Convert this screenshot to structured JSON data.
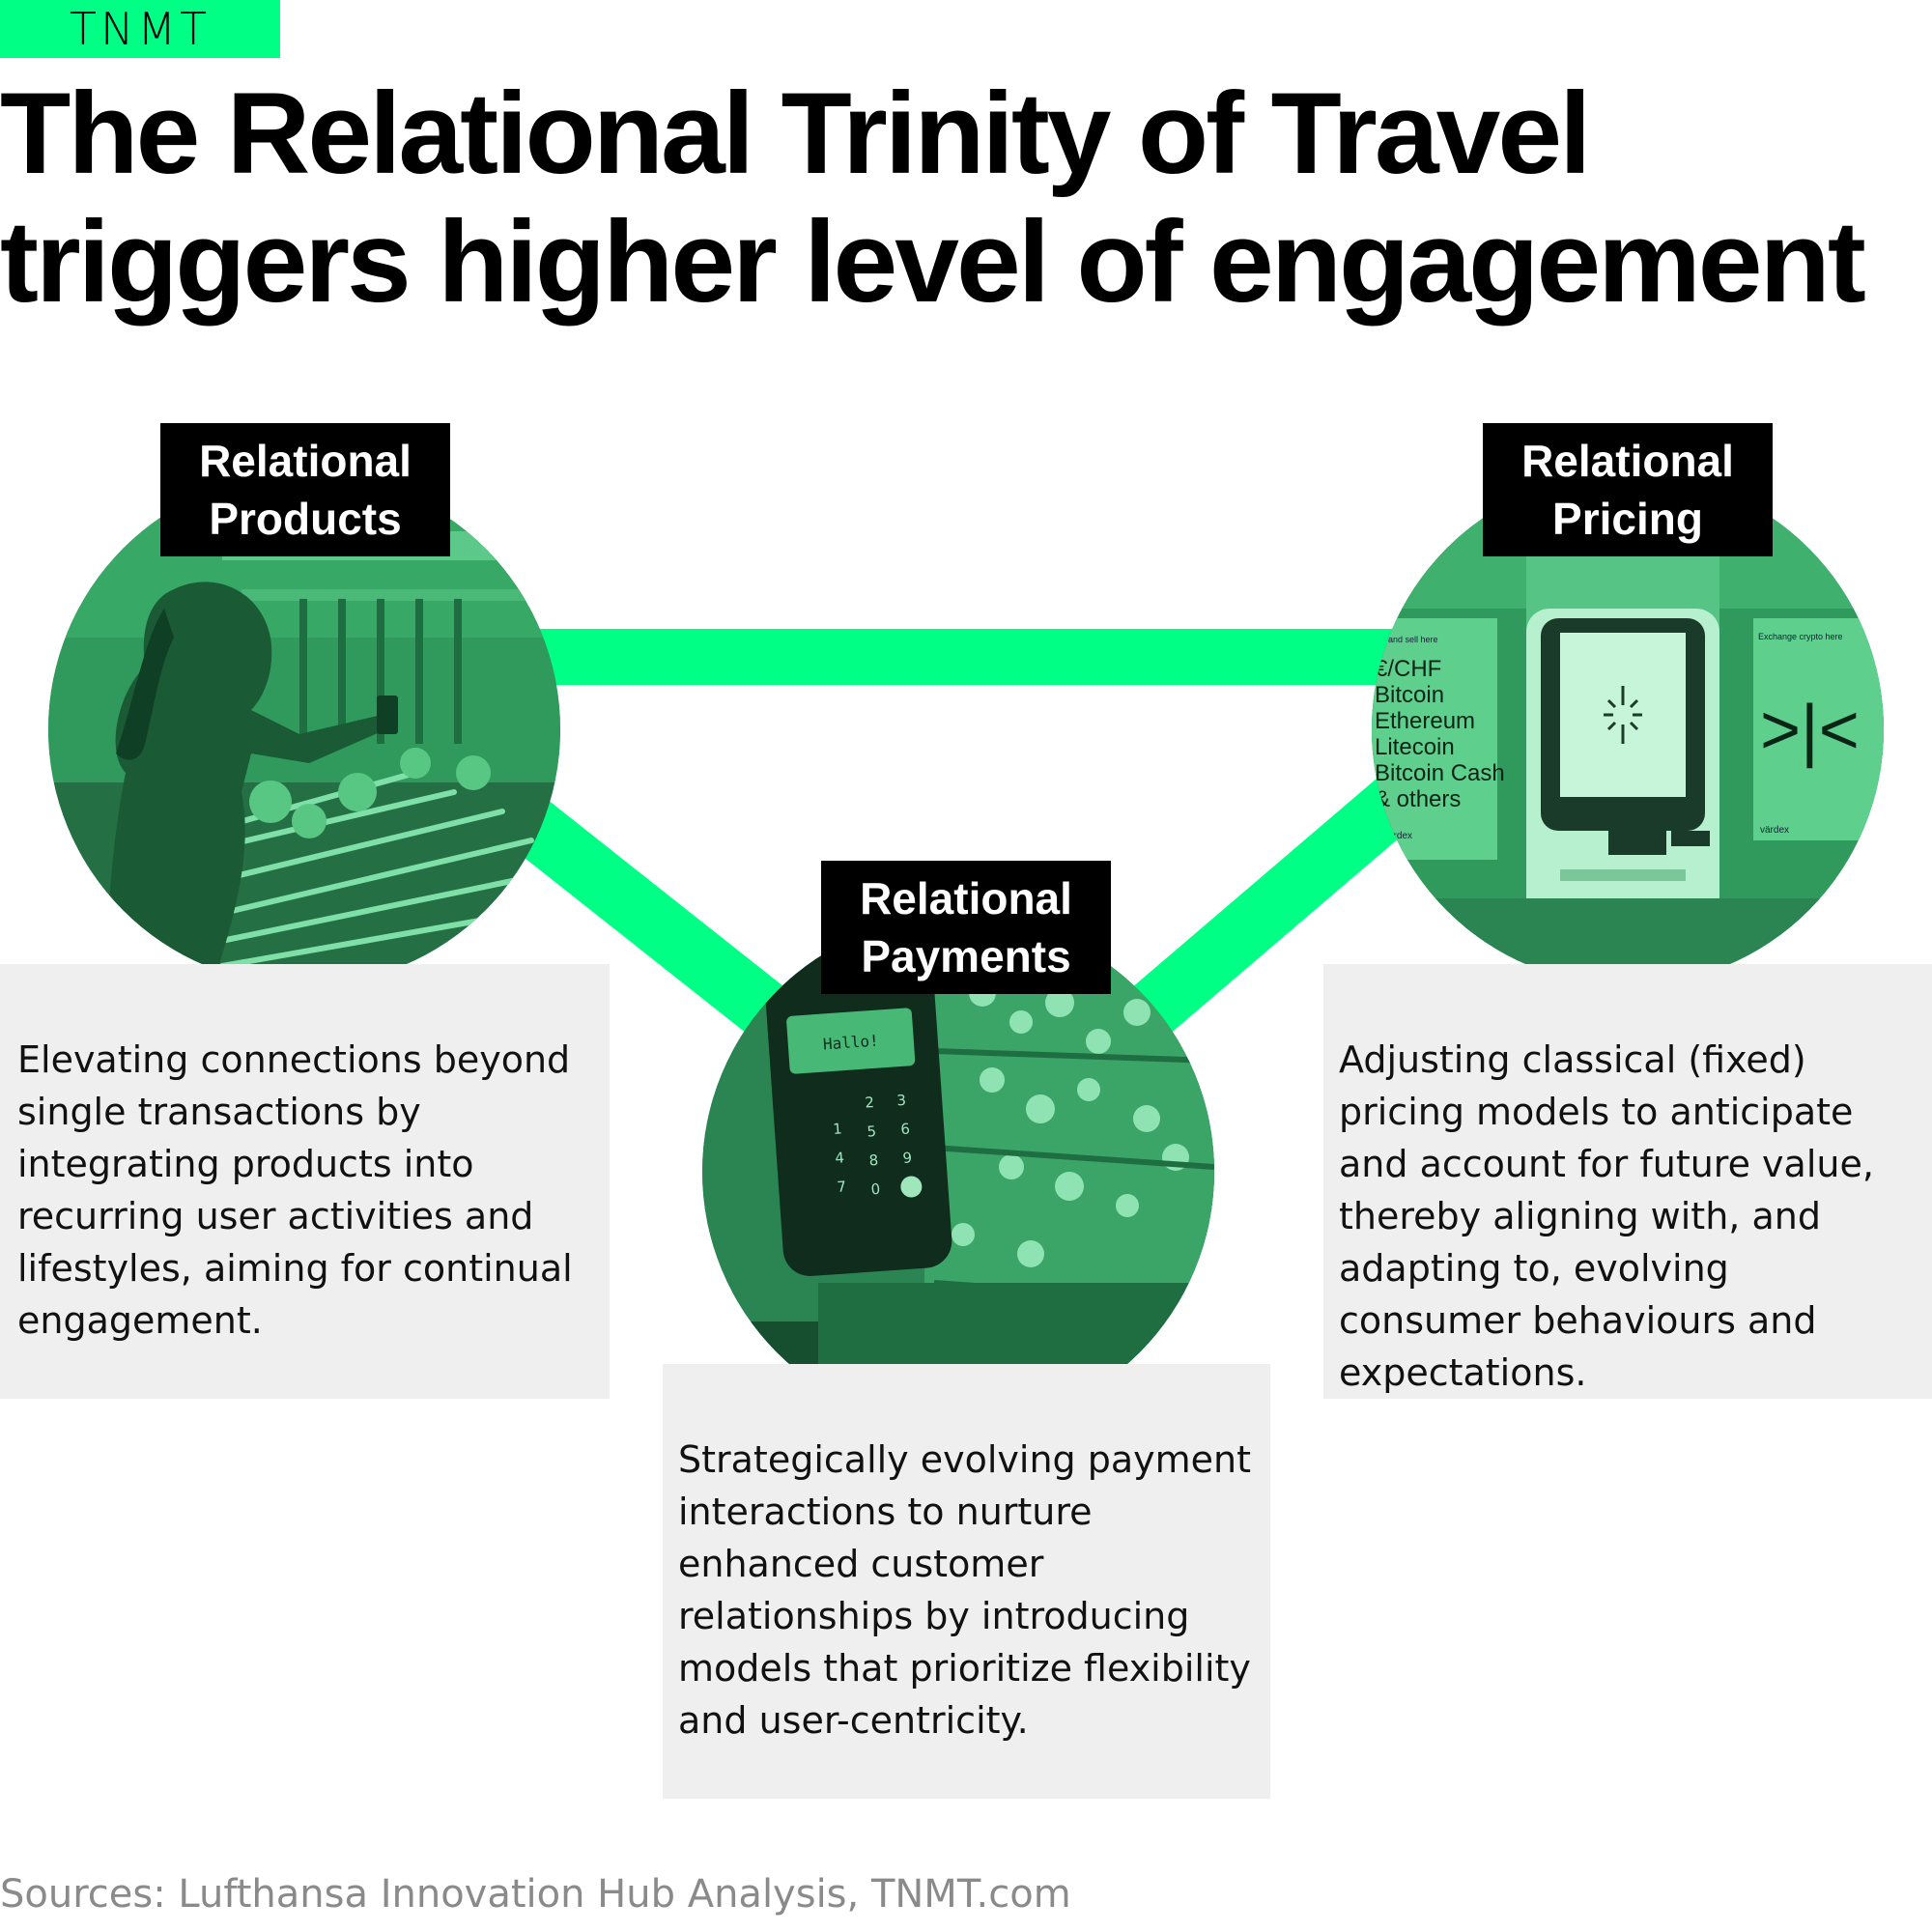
{
  "brand": {
    "logo": "TNMT",
    "accent_color": "#00ff85"
  },
  "headline": {
    "line1": "The Relational Trinity of Travel",
    "line2": "triggers higher level of engagement"
  },
  "pillars": {
    "products": {
      "label_line1": "Relational",
      "label_line2": "Products",
      "description": "Elevating connections beyond single transactions by integrating products into recurring user activities and lifestyles, aiming for continual engagement."
    },
    "payments": {
      "label_line1": "Relational",
      "label_line2": "Payments",
      "description": "Strategically evolving payment interactions to nurture enhanced customer relationships by introducing models that prioritize flexibility and user-centricity.",
      "terminal_screen_text": "Hallo!",
      "keypad": [
        "1",
        "2",
        "3",
        "4",
        "5",
        "6",
        "7",
        "8",
        "9",
        "0"
      ]
    },
    "pricing": {
      "label_line1": "Relational",
      "label_line2": "Pricing",
      "description": "Adjusting classical (fixed) pricing models to anticipate and account for future value, thereby aligning with, and adapting to, evolving consumer behaviours and expectations.",
      "sign_top": "uy and sell here",
      "sign_lines": [
        "€/CHF",
        "Bitcoin",
        "Ethereum",
        "Litecoin",
        "Bitcoin Cash",
        "& others"
      ],
      "sign_brand": "värdex",
      "right_sign_top": "Exchange crypto here"
    }
  },
  "sources": "Sources: Lufthansa Innovation Hub Analysis, TNMT.com"
}
